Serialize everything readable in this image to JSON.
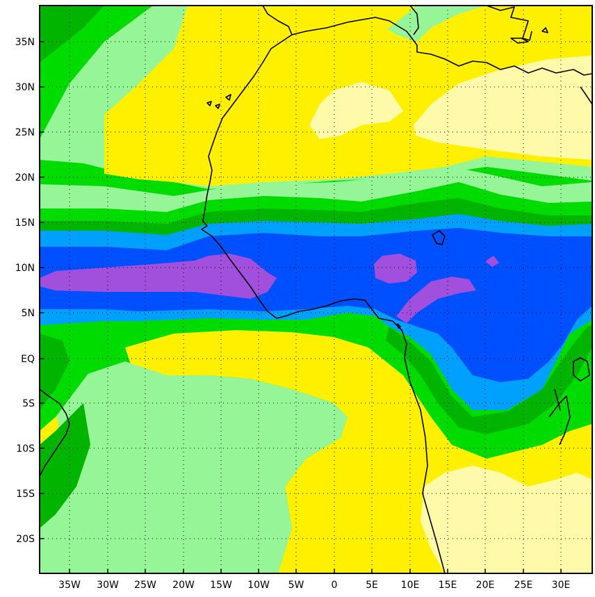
{
  "map": {
    "colors": {
      "ocean": "#00dc00",
      "deep_green": "#00b400",
      "light_green": "#96f596",
      "yellow": "#fff000",
      "pale_yellow": "#fffaaa",
      "cyan": "#00a0ff",
      "blue": "#0050ff",
      "purple": "#a050dc",
      "coast": "#000000",
      "frame": "#000000",
      "grid": "#000000"
    },
    "lat_labels": [
      "35N",
      "30N",
      "25N",
      "20N",
      "15N",
      "10N",
      "5N",
      "EQ",
      "5S",
      "10S",
      "15S",
      "20S"
    ],
    "lon_labels": [
      "35W",
      "30W",
      "25W",
      "20W",
      "15W",
      "10W",
      "5W",
      "0",
      "5E",
      "10E",
      "15E",
      "20E",
      "25E",
      "30E"
    ]
  }
}
